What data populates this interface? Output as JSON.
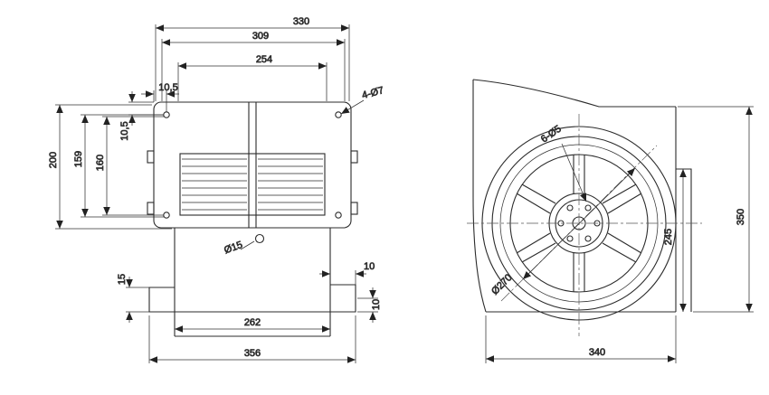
{
  "colors": {
    "background": "#ffffff",
    "line": "#2b2b2b",
    "text": "#141414"
  },
  "front_view": {
    "d330": "330",
    "d309": "309",
    "d254": "254",
    "d10_5_top": "10,5",
    "d10_5_side": "10,5",
    "corner_holes_note": "4-Ø7",
    "d200": "200",
    "d159": "159",
    "d160": "160",
    "center_hole_note": "Ø15",
    "d15": "15",
    "d10_offset_h": "10",
    "d10_offset_v": "10",
    "d262": "262",
    "d356": "356"
  },
  "side_view": {
    "hub_holes_note": "6-Ø5",
    "d270": "Ø270",
    "d245": "245",
    "d350": "350",
    "d340": "340"
  }
}
